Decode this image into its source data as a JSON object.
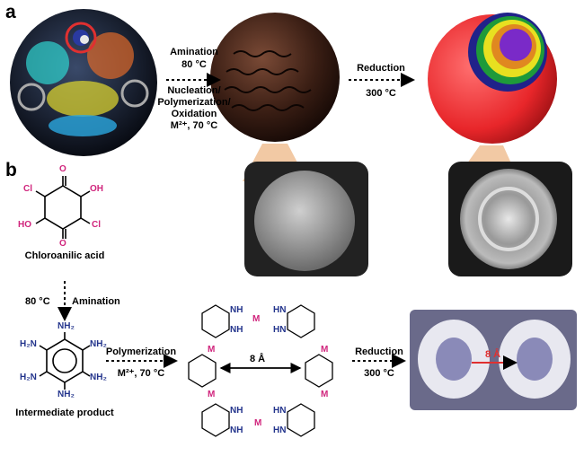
{
  "panels": {
    "a": "a",
    "b": "b"
  },
  "row_a": {
    "step1": {
      "top": "Amination",
      "temp_top": "80 °C",
      "lines": [
        "Nucleation/",
        "Polymerization/",
        "Oxidation"
      ],
      "cond": "M²⁺, 70 °C"
    },
    "step2": {
      "top": "Reduction",
      "temp": "300 °C"
    }
  },
  "row_b": {
    "start_name": "Chloroanilic acid",
    "amination": {
      "temp": "80 °C",
      "label": "Amination"
    },
    "intermediate_name": "Intermediate product",
    "polymerization": {
      "label": "Polymerization",
      "cond": "M²⁺, 70 °C"
    },
    "spacing": "8 Å",
    "reduction": {
      "label": "Reduction",
      "temp": "300 °C"
    },
    "model_spacing": "8 Å"
  },
  "atoms": {
    "O": "O",
    "Cl": "Cl",
    "OH": "OH",
    "HO": "HO",
    "NH2": "NH₂",
    "H2N": "H₂N",
    "NH": "NH",
    "HN": "HN",
    "M": "M"
  },
  "colors": {
    "metal": "#d0247c",
    "nitrogen": "#23348c",
    "sphere_red": "#e8262a",
    "hollow_dark": "#3a1e14"
  }
}
